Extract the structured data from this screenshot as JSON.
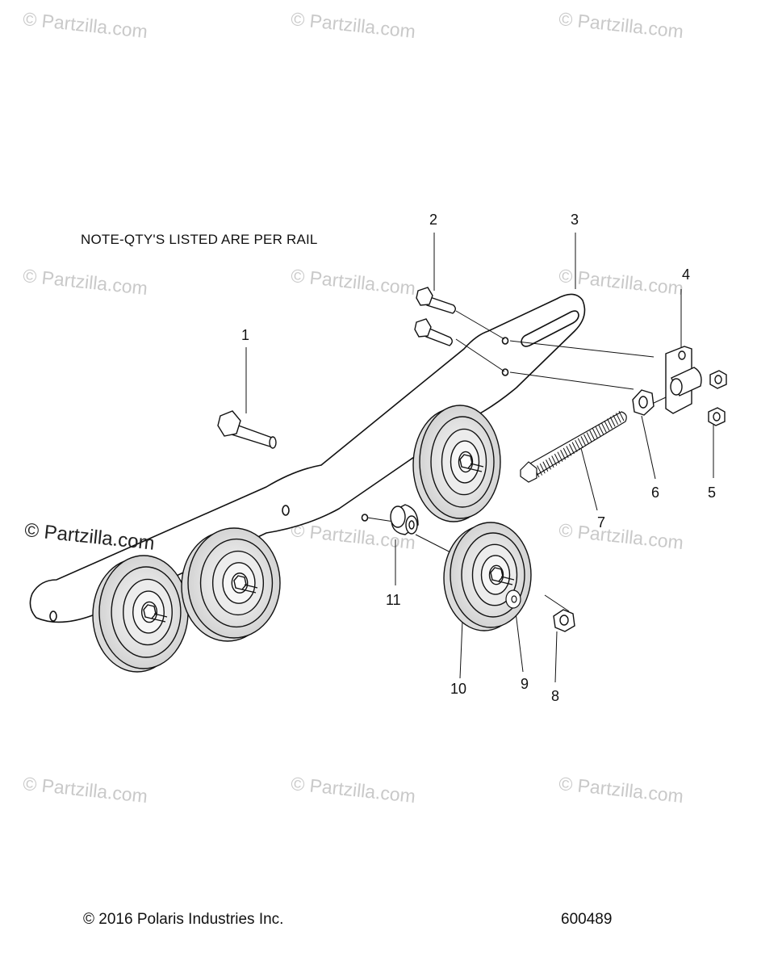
{
  "note": "NOTE-QTY'S LISTED ARE PER RAIL",
  "copyright": "© 2016 Polaris Industries Inc.",
  "diagram_number": "600489",
  "watermark": "© Partzilla.com",
  "callouts": {
    "c1": "1",
    "c2": "2",
    "c3": "3",
    "c4": "4",
    "c5": "5",
    "c6": "6",
    "c7": "7",
    "c8": "8",
    "c9": "9",
    "c10": "10",
    "c11": "11"
  }
}
